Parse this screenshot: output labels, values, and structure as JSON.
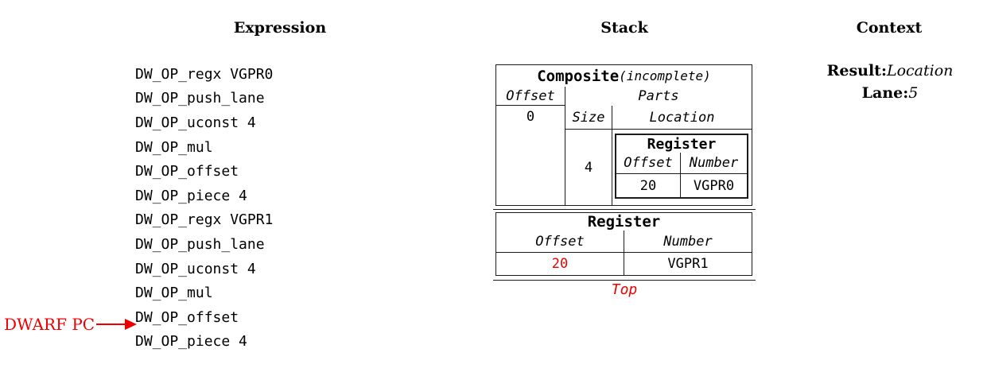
{
  "headers": {
    "expression": "Expression",
    "stack": "Stack",
    "context": "Context"
  },
  "expression": {
    "lines": [
      "DW_OP_regx VGPR0",
      "DW_OP_push_lane",
      "DW_OP_uconst 4",
      "DW_OP_mul",
      "DW_OP_offset",
      "DW_OP_piece 4",
      "DW_OP_regx VGPR1",
      "DW_OP_push_lane",
      "DW_OP_uconst 4",
      "DW_OP_mul",
      "DW_OP_offset",
      "DW_OP_piece 4"
    ],
    "pc_label": "DWARF PC",
    "pc_points_to_line": 12
  },
  "stack": {
    "composite": {
      "title": "Composite",
      "title_suffix": "(incomplete)",
      "offset_header": "Offset",
      "parts_header": "Parts",
      "offset_value": "0",
      "size_header": "Size",
      "location_header": "Location",
      "size_value": "4",
      "part_location": {
        "title": "Register",
        "offset_header": "Offset",
        "number_header": "Number",
        "offset_value": "20",
        "number_value": "VGPR0"
      }
    },
    "top_entry": {
      "title": "Register",
      "offset_header": "Offset",
      "number_header": "Number",
      "offset_value": "20",
      "number_value": "VGPR1"
    },
    "top_label": "Top"
  },
  "context": {
    "result_label": "Result:",
    "result_value": "Location",
    "lane_label": "Lane:",
    "lane_value": "5"
  },
  "colors": {
    "accent_red": "#ee0000",
    "border": "#1b1b1b",
    "background": "#ffffff",
    "text": "#000000"
  }
}
